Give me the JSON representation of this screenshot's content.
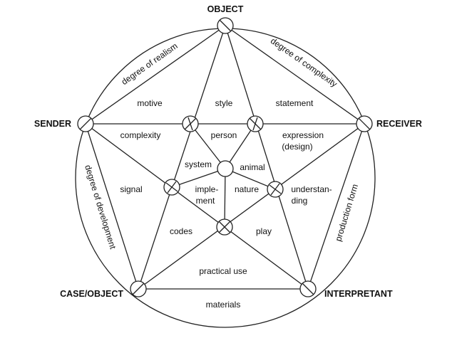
{
  "vertices": {
    "top": "OBJECT",
    "left": "SENDER",
    "right": "RECEIVER",
    "bottom_left": "CASE/OBJECT",
    "bottom_right": "INTERPRETANT"
  },
  "edge_labels": {
    "top_left": "degree of realism",
    "top_right": "degree of complexity",
    "left": "degree of development",
    "right": "production form",
    "bottom": "materials"
  },
  "regions": {
    "motive": "motive",
    "style": "style",
    "statement": "statement",
    "complexity": "complexity",
    "person": "person",
    "expression_1": "expression",
    "expression_2": "(design)",
    "system": "system",
    "animal": "animal",
    "signal": "signal",
    "implement_1": "imple-",
    "implement_2": "ment",
    "nature": "nature",
    "understanding_1": "understan-",
    "understanding_2": "ding",
    "codes": "codes",
    "play": "play",
    "practical_use": "practical use"
  }
}
